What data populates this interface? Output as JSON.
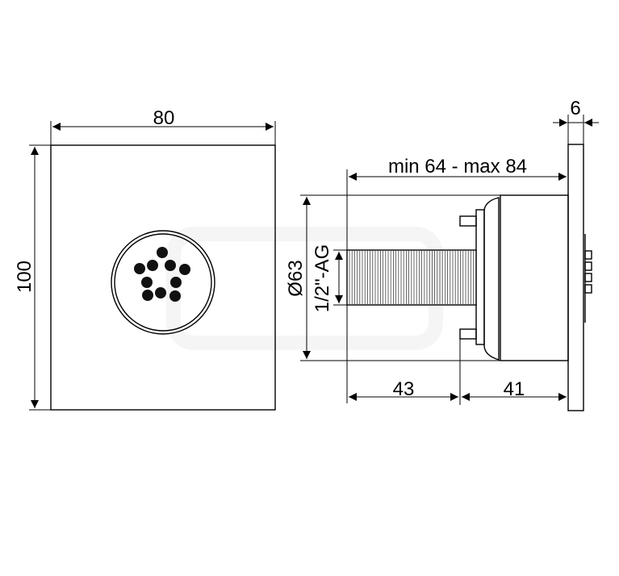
{
  "front_view": {
    "width_label": "80",
    "height_label": "100",
    "nozzle_count": 10
  },
  "side_view": {
    "plate_thickness_label": "6",
    "install_depth_label": "min 64 - max 84",
    "diameter_label": "Ø63",
    "thread_label": "1/2\"-AG",
    "thread_length_label": "43",
    "body_length_label": "41"
  },
  "colors": {
    "line": "#000000",
    "watermark": "#f0f0f0"
  }
}
